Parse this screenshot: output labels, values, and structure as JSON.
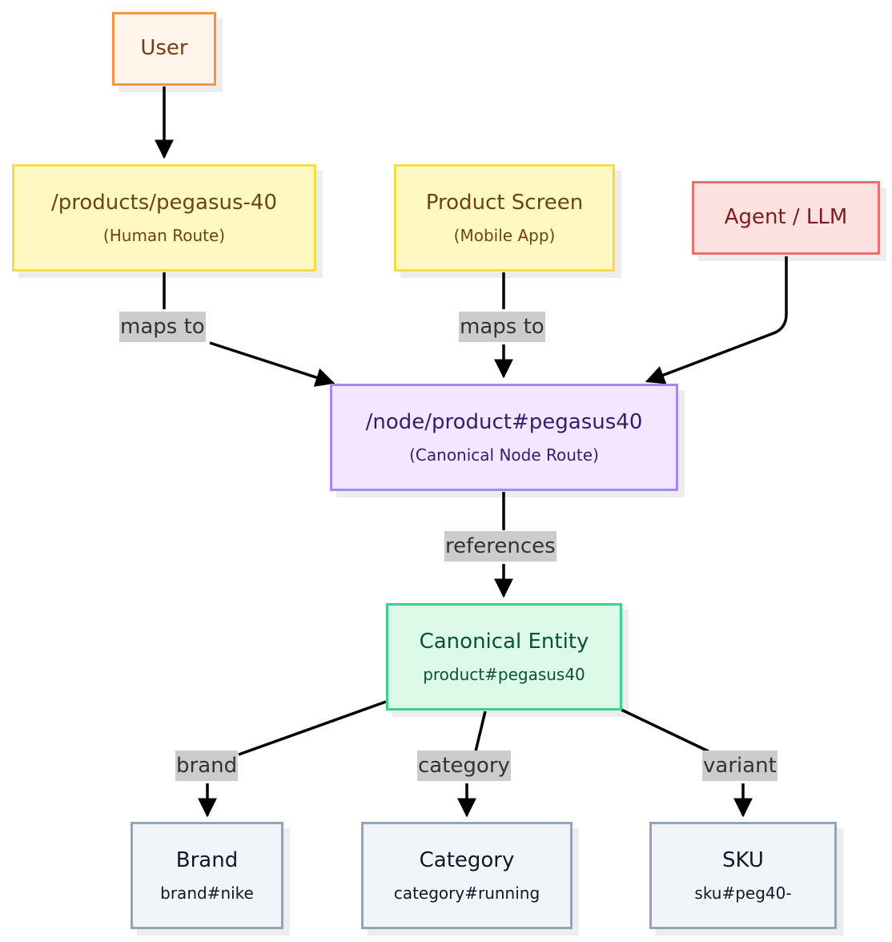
{
  "nodes": {
    "user": {
      "title": "User"
    },
    "products_route": {
      "title": "/products/pegasus-40",
      "subtitle": "(Human Route)"
    },
    "product_screen": {
      "title": "Product Screen",
      "subtitle": "(Mobile App)"
    },
    "agent": {
      "title": "Agent / LLM"
    },
    "node_route": {
      "title": "/node/product#pegasus40",
      "subtitle": "(Canonical Node Route)"
    },
    "entity": {
      "title": "Canonical Entity",
      "subtitle": "product#pegasus40"
    },
    "brand": {
      "title": "Brand",
      "subtitle": "brand#nike"
    },
    "category": {
      "title": "Category",
      "subtitle": "category#running"
    },
    "sku": {
      "title": "SKU",
      "subtitle": "sku#peg40-"
    }
  },
  "edge_labels": {
    "maps_to_1": "maps to",
    "maps_to_2": "maps to",
    "references": "references",
    "brand": "brand",
    "category": "category",
    "variant": "variant"
  },
  "colors": {
    "edge": "#000000",
    "label_bg": "#cccccc"
  }
}
